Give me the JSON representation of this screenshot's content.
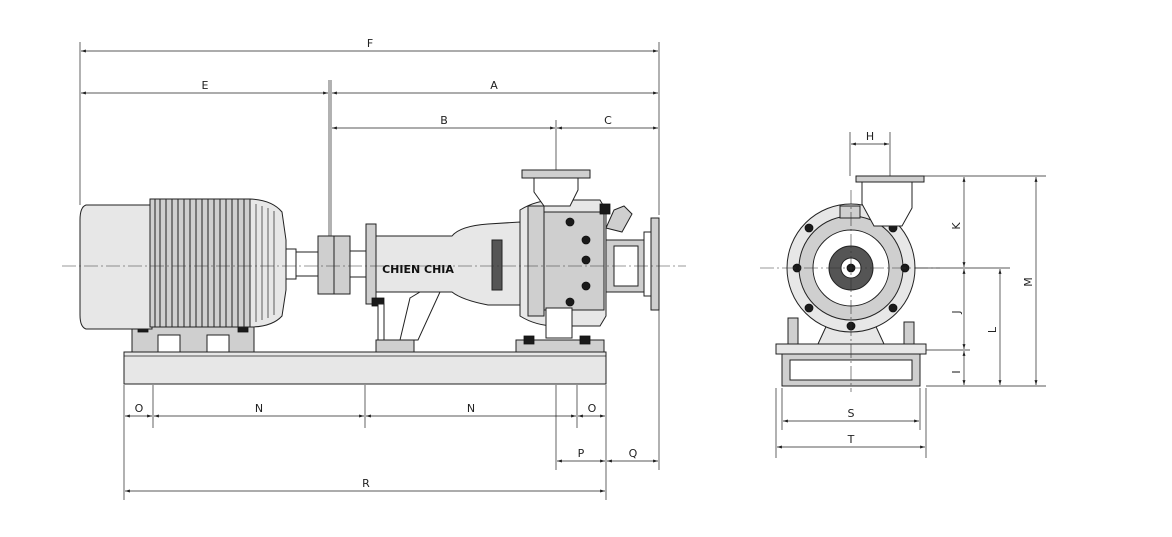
{
  "brand_text": "CHIEN CHIA",
  "side_view_labels": {
    "F": "F",
    "E": "E",
    "A": "A",
    "B": "B",
    "C": "C",
    "O": "O",
    "N": "N",
    "P": "P",
    "Q": "Q",
    "R": "R"
  },
  "front_view_labels": {
    "H": "H",
    "K": "K",
    "M": "M",
    "J": "J",
    "L": "L",
    "I": "I",
    "S": "S",
    "T": "T"
  }
}
